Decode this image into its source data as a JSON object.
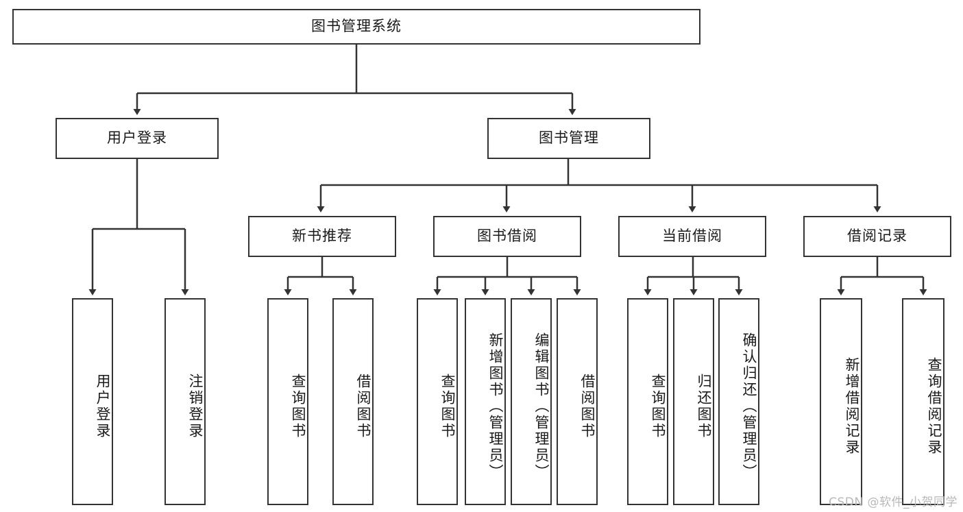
{
  "diagram": {
    "title": "图书管理系统",
    "watermark": "CSDN @软件_小贺同学",
    "stroke_color": "#333333",
    "background_color": "#ffffff",
    "text_color": "#1a1a1a",
    "watermark_color": "#b8b8b8"
  },
  "root": {
    "label": "图书管理系统"
  },
  "level2": [
    {
      "label": "用户登录"
    },
    {
      "label": "图书管理"
    }
  ],
  "level3": [
    {
      "label": "新书推荐"
    },
    {
      "label": "图书借阅"
    },
    {
      "label": "当前借阅"
    },
    {
      "label": "借阅记录"
    }
  ],
  "leaves": {
    "user_login": [
      {
        "label": "用户登录"
      },
      {
        "label": "注销登录"
      }
    ],
    "new_book_recommend": [
      {
        "label": "查询图书"
      },
      {
        "label": "借阅图书"
      }
    ],
    "book_borrow": [
      {
        "label": "查询图书"
      },
      {
        "label": "新增图书（管理员）"
      },
      {
        "label": "编辑图书（管理员）"
      },
      {
        "label": "借阅图书"
      }
    ],
    "current_borrow": [
      {
        "label": "查询图书"
      },
      {
        "label": "归还图书"
      },
      {
        "label": "确认归还（管理员）"
      }
    ],
    "borrow_record": [
      {
        "label": "新增借阅记录"
      },
      {
        "label": "查询借阅记录"
      }
    ]
  }
}
